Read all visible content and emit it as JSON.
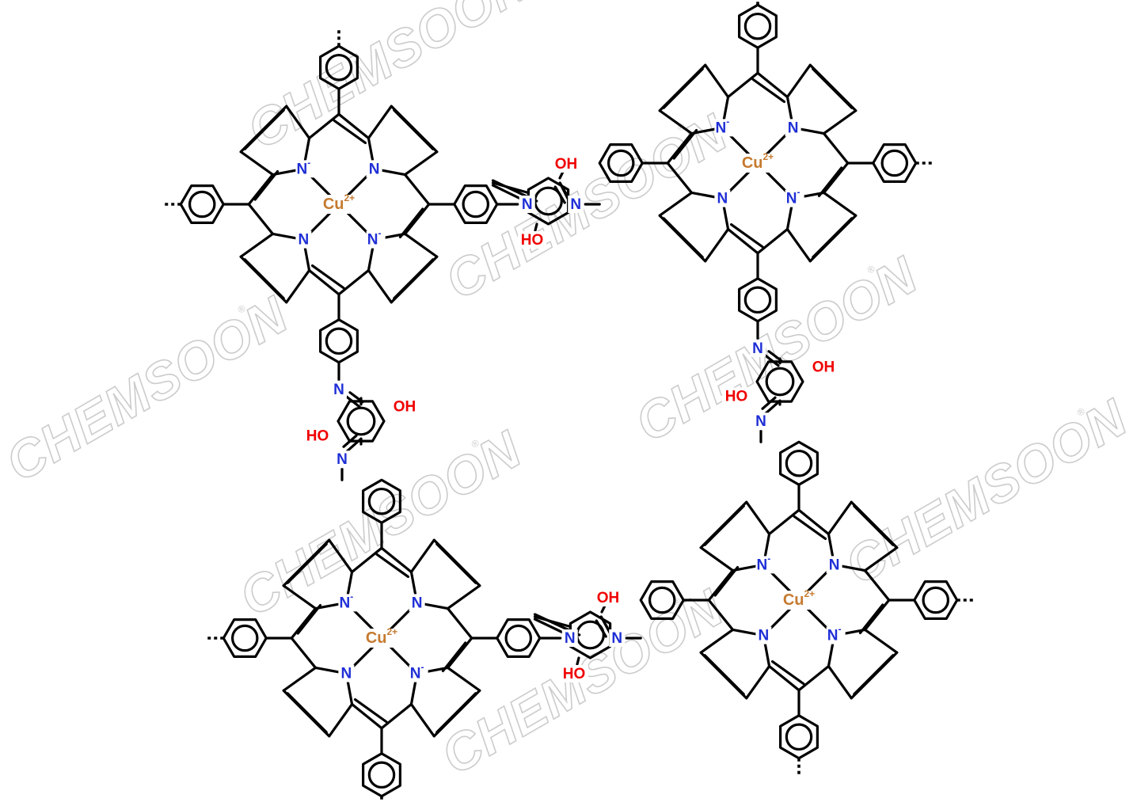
{
  "watermark": {
    "text": "CHEMSOON",
    "reg": "®"
  },
  "labels": {
    "nitrogen": "N",
    "nitrogen_anion": "N",
    "anion_sign": "-",
    "copper": "Cu",
    "copper_charge": "2+",
    "hydroxyl": "OH",
    "hydroxyl_left": "HO"
  },
  "colors": {
    "bond": "#000000",
    "nitrogen": "#1f2fd6",
    "oxygen": "#f00000",
    "copper": "#c57a2f",
    "watermark": "#cccccc"
  }
}
